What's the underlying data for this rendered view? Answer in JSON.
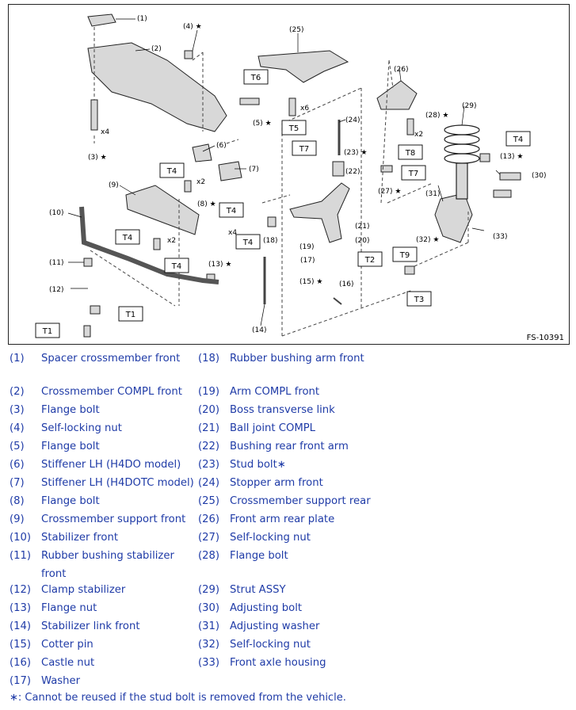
{
  "figure": {
    "code": "FS-10391",
    "callouts": [
      "(1)",
      "(2)",
      "(3)",
      "(4)",
      "(5)",
      "(6)",
      "(7)",
      "(8)",
      "(9)",
      "(10)",
      "(11)",
      "(12)",
      "(13)",
      "(13)",
      "(14)",
      "(15)",
      "(16)",
      "(17)",
      "(18)",
      "(19)",
      "(20)",
      "(21)",
      "(22)",
      "(23)",
      "(24)",
      "(25)",
      "(26)",
      "(27)",
      "(28)",
      "(29)",
      "(30)",
      "(31)",
      "(32)",
      "(33)"
    ],
    "torque_boxes": [
      "T1",
      "T1",
      "T2",
      "T3",
      "T4",
      "T4",
      "T4",
      "T4",
      "T4",
      "T4",
      "T5",
      "T6",
      "T7",
      "T7",
      "T8",
      "T9"
    ],
    "qty_marks": [
      "x4",
      "x2",
      "x2",
      "x4",
      "x6",
      "x2"
    ],
    "star": "★"
  },
  "legend": {
    "left": [
      {
        "num": "(1)",
        "text": "Spacer crossmember front"
      },
      {
        "num": "(2)",
        "text": "Crossmember COMPL front"
      },
      {
        "num": "(3)",
        "text": "Flange bolt"
      },
      {
        "num": "(4)",
        "text": "Self-locking nut"
      },
      {
        "num": "(5)",
        "text": "Flange bolt"
      },
      {
        "num": "(6)",
        "text": "Stiffener LH (H4DO model)"
      },
      {
        "num": "(7)",
        "text": "Stiffener LH (H4DOTC model)"
      },
      {
        "num": "(8)",
        "text": "Flange bolt"
      },
      {
        "num": "(9)",
        "text": "Crossmember support front"
      },
      {
        "num": "(10)",
        "text": "Stabilizer front"
      },
      {
        "num": "(11)",
        "text": "Rubber bushing stabilizer front"
      },
      {
        "num": "(12)",
        "text": "Clamp stabilizer"
      },
      {
        "num": "(13)",
        "text": "Flange nut"
      },
      {
        "num": "(14)",
        "text": "Stabilizer link front"
      },
      {
        "num": "(15)",
        "text": "Cotter pin"
      },
      {
        "num": "(16)",
        "text": "Castle nut"
      },
      {
        "num": "(17)",
        "text": "Washer"
      }
    ],
    "right": [
      {
        "num": "(18)",
        "text": "Rubber bushing arm front"
      },
      {
        "num": "(19)",
        "text": "Arm COMPL front"
      },
      {
        "num": "(20)",
        "text": "Boss transverse link"
      },
      {
        "num": "(21)",
        "text": "Ball joint COMPL"
      },
      {
        "num": "(22)",
        "text": "Bushing rear front arm"
      },
      {
        "num": "(23)",
        "text": "Stud bolt∗"
      },
      {
        "num": "(24)",
        "text": "Stopper arm front"
      },
      {
        "num": "(25)",
        "text": "Crossmember support rear"
      },
      {
        "num": "(26)",
        "text": "Front arm rear plate"
      },
      {
        "num": "(27)",
        "text": "Self-locking nut"
      },
      {
        "num": "(28)",
        "text": "Flange bolt"
      },
      {
        "num": "(29)",
        "text": "Strut ASSY"
      },
      {
        "num": "(30)",
        "text": "Adjusting bolt"
      },
      {
        "num": "(31)",
        "text": "Adjusting washer"
      },
      {
        "num": "(32)",
        "text": "Self-locking nut"
      },
      {
        "num": "(33)",
        "text": "Front axle housing"
      }
    ]
  },
  "footnote": "∗: Cannot be reused if the stud bolt is removed from the vehicle."
}
